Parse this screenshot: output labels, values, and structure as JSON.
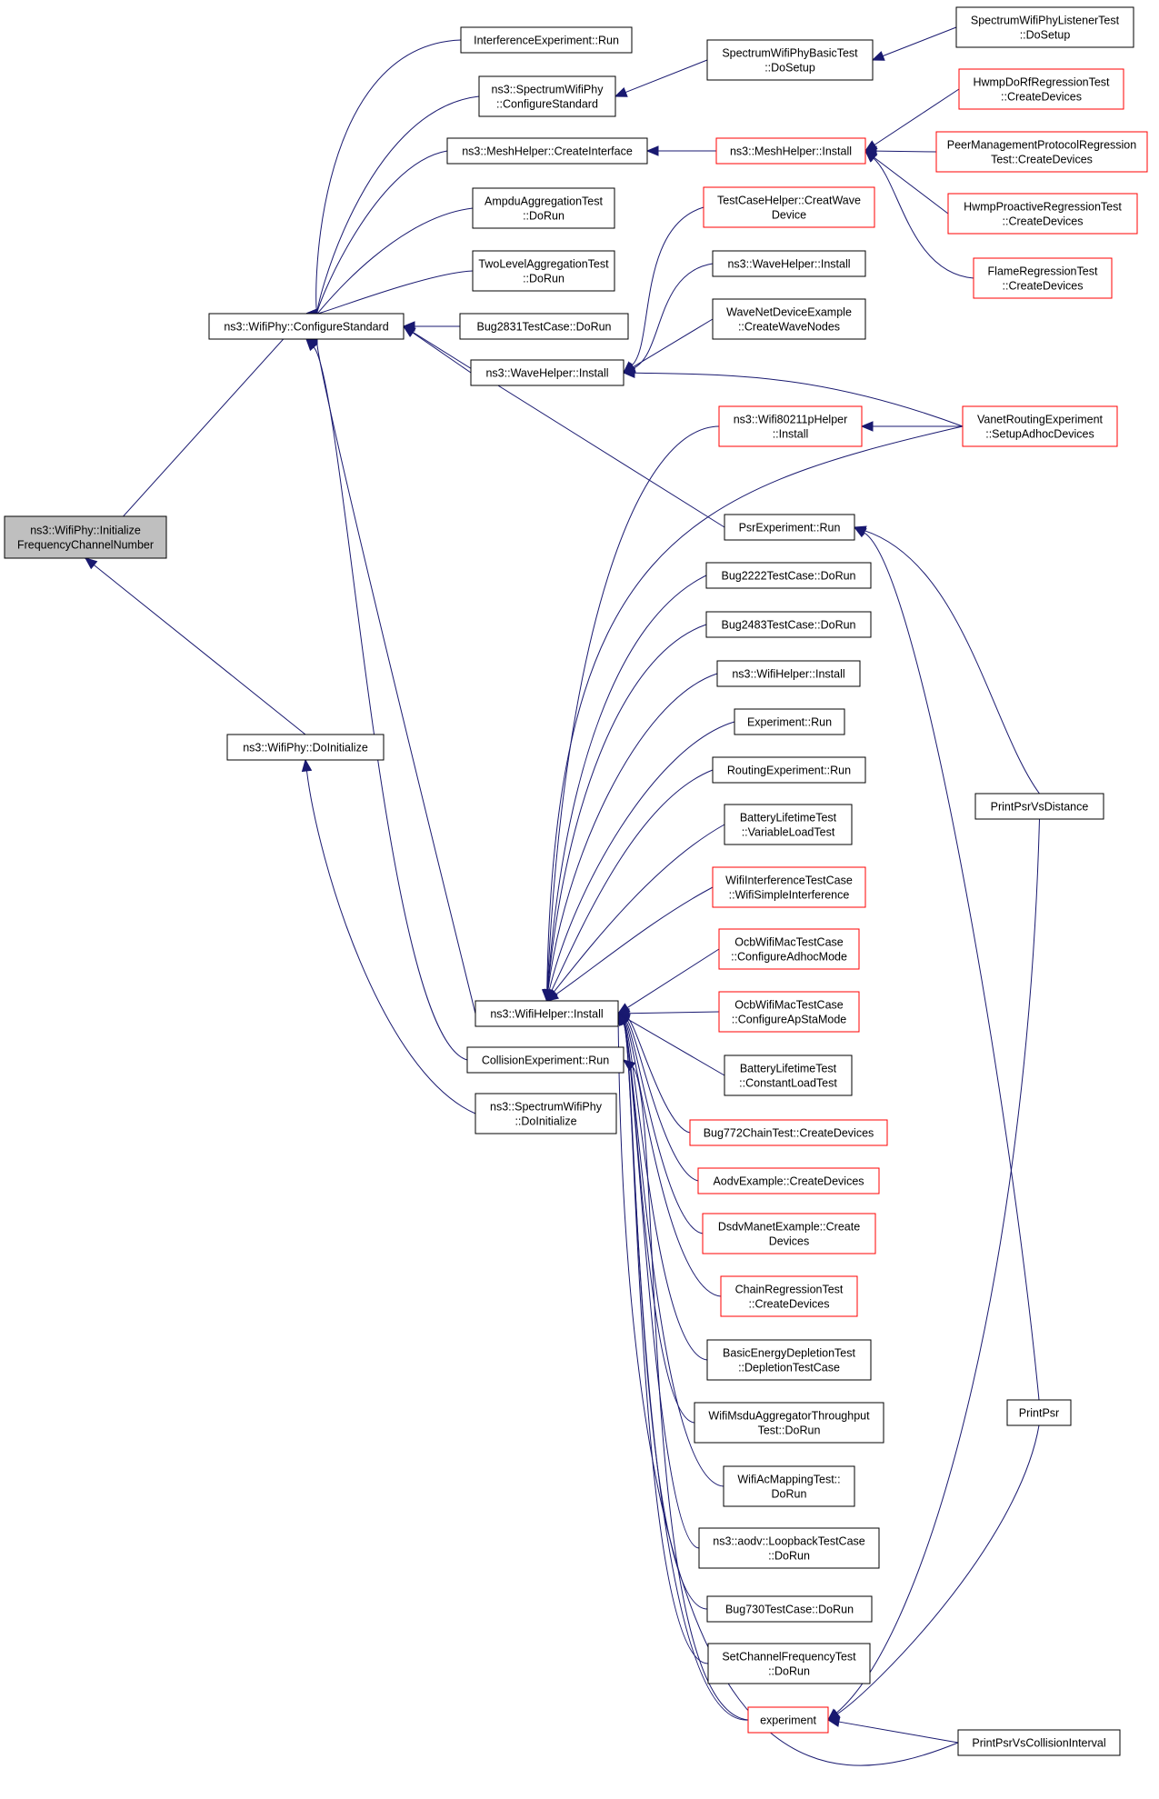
{
  "nodes": {
    "root": {
      "lines": [
        "ns3::WifiPhy::Initialize",
        "FrequencyChannelNumber"
      ]
    },
    "configure_standard": {
      "lines": [
        "ns3::WifiPhy::ConfigureStandard"
      ]
    },
    "do_initialize": {
      "lines": [
        "ns3::WifiPhy::DoInitialize"
      ]
    },
    "interference_run": {
      "lines": [
        "InterferenceExperiment::Run"
      ]
    },
    "spectrum_configure": {
      "lines": [
        "ns3::SpectrumWifiPhy",
        "::ConfigureStandard"
      ]
    },
    "spectrum_basic_setup": {
      "lines": [
        "SpectrumWifiPhyBasicTest",
        "::DoSetup"
      ]
    },
    "spectrum_listener_setup": {
      "lines": [
        "SpectrumWifiPhyListenerTest",
        "::DoSetup"
      ]
    },
    "mesh_create_interface": {
      "lines": [
        "ns3::MeshHelper::CreateInterface"
      ]
    },
    "mesh_install": {
      "lines": [
        "ns3::MeshHelper::Install"
      ]
    },
    "hwmp_dorf": {
      "lines": [
        "HwmpDoRfRegressionTest",
        "::CreateDevices"
      ]
    },
    "peer_mgmt": {
      "lines": [
        "PeerManagementProtocolRegression",
        "Test::CreateDevices"
      ]
    },
    "hwmp_proactive": {
      "lines": [
        "HwmpProactiveRegressionTest",
        "::CreateDevices"
      ]
    },
    "flame": {
      "lines": [
        "FlameRegressionTest",
        "::CreateDevices"
      ]
    },
    "ampdu": {
      "lines": [
        "AmpduAggregationTest",
        "::DoRun"
      ]
    },
    "two_level": {
      "lines": [
        "TwoLevelAggregationTest",
        "::DoRun"
      ]
    },
    "testcase_helper": {
      "lines": [
        "TestCaseHelper::CreatWave",
        "Device"
      ]
    },
    "wave_helper_install_r": {
      "lines": [
        "ns3::WaveHelper::Install"
      ]
    },
    "wave_net_device": {
      "lines": [
        "WaveNetDeviceExample",
        "::CreateWaveNodes"
      ]
    },
    "bug2831": {
      "lines": [
        "Bug2831TestCase::DoRun"
      ]
    },
    "wave_helper_install": {
      "lines": [
        "ns3::WaveHelper::Install"
      ]
    },
    "wifi80211p": {
      "lines": [
        "ns3::Wifi80211pHelper",
        "::Install"
      ]
    },
    "vanet": {
      "lines": [
        "VanetRoutingExperiment",
        "::SetupAdhocDevices"
      ]
    },
    "psr_run": {
      "lines": [
        "PsrExperiment::Run"
      ]
    },
    "bug2222": {
      "lines": [
        "Bug2222TestCase::DoRun"
      ]
    },
    "bug2483": {
      "lines": [
        "Bug2483TestCase::DoRun"
      ]
    },
    "wifi_helper_install_r": {
      "lines": [
        "ns3::WifiHelper::Install"
      ]
    },
    "experiment_run": {
      "lines": [
        "Experiment::Run"
      ]
    },
    "routing_run": {
      "lines": [
        "RoutingExperiment::Run"
      ]
    },
    "battery_variable": {
      "lines": [
        "BatteryLifetimeTest",
        "::VariableLoadTest"
      ]
    },
    "wifi_interference": {
      "lines": [
        "WifiInterferenceTestCase",
        "::WifiSimpleInterference"
      ]
    },
    "ocb_adhoc": {
      "lines": [
        "OcbWifiMacTestCase",
        "::ConfigureAdhocMode"
      ]
    },
    "ocb_apsta": {
      "lines": [
        "OcbWifiMacTestCase",
        "::ConfigureApStaMode"
      ]
    },
    "battery_constant": {
      "lines": [
        "BatteryLifetimeTest",
        "::ConstantLoadTest"
      ]
    },
    "print_psr_distance": {
      "lines": [
        "PrintPsrVsDistance"
      ]
    },
    "wifi_helper_install": {
      "lines": [
        "ns3::WifiHelper::Install"
      ]
    },
    "collision_run": {
      "lines": [
        "CollisionExperiment::Run"
      ]
    },
    "spectrum_doinit": {
      "lines": [
        "ns3::SpectrumWifiPhy",
        "::DoInitialize"
      ]
    },
    "bug772": {
      "lines": [
        "Bug772ChainTest::CreateDevices"
      ]
    },
    "aodv_example": {
      "lines": [
        "AodvExample::CreateDevices"
      ]
    },
    "dsdv_manet": {
      "lines": [
        "DsdvManetExample::Create",
        "Devices"
      ]
    },
    "chain_regression": {
      "lines": [
        "ChainRegressionTest",
        "::CreateDevices"
      ]
    },
    "basic_energy": {
      "lines": [
        "BasicEnergyDepletionTest",
        "::DepletionTestCase"
      ]
    },
    "msdu_aggregator": {
      "lines": [
        "WifiMsduAggregatorThroughput",
        "Test::DoRun"
      ]
    },
    "ac_mapping": {
      "lines": [
        "WifiAcMappingTest::",
        "DoRun"
      ]
    },
    "aodv_loopback": {
      "lines": [
        "ns3::aodv::LoopbackTestCase",
        "::DoRun"
      ]
    },
    "bug730": {
      "lines": [
        "Bug730TestCase::DoRun"
      ]
    },
    "set_channel_freq": {
      "lines": [
        "SetChannelFrequencyTest",
        "::DoRun"
      ]
    },
    "print_psr": {
      "lines": [
        "PrintPsr"
      ]
    },
    "experiment": {
      "lines": [
        "experiment"
      ]
    },
    "print_psr_collision": {
      "lines": [
        "PrintPsrVsCollisionInterval"
      ]
    }
  }
}
